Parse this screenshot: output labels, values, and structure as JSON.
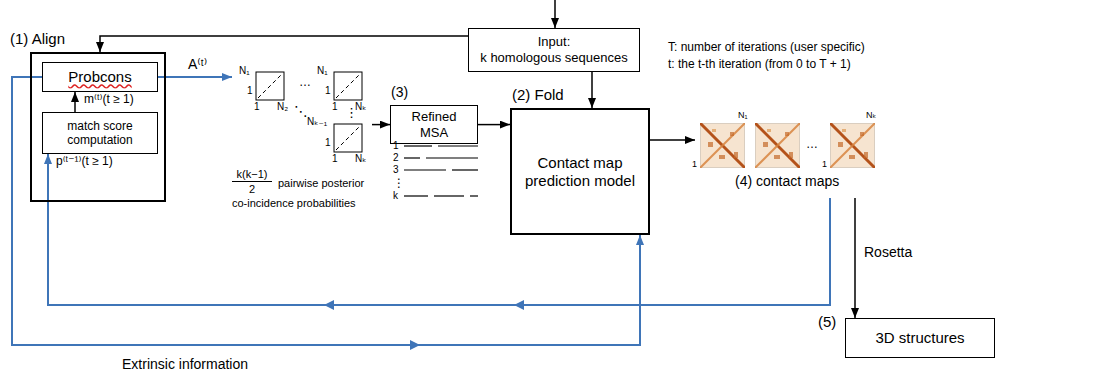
{
  "diagram": {
    "nodes": [
      {
        "text": [
          "Input:",
          "k homologous sequences"
        ]
      },
      {
        "text": [
          "(1) Align"
        ]
      },
      {
        "text": [
          "Probcons"
        ],
        "in": 1
      },
      {
        "text": [
          "match score computation"
        ],
        "in": 1
      },
      {
        "text": [
          "k(k−1)",
          "2",
          "pairwise posterior co-incidence probabilities"
        ]
      },
      {
        "text": [
          "(3)",
          "Refined MSA"
        ]
      },
      {
        "text": [
          "(2) Fold",
          "Contact map prediction model"
        ]
      },
      {
        "text": [
          "(4) contact maps"
        ]
      },
      {
        "text": [
          "(5)",
          "3D structures"
        ]
      }
    ],
    "edges": [
      {
        "from": 0,
        "to": 1,
        "arrow": "to"
      },
      {
        "from": 0,
        "to": 6,
        "arrow": "to"
      },
      {
        "from": 3,
        "to": 2,
        "arrow": "to",
        "label": "m⁽ᵗ⁾(t ≥ 1)"
      },
      {
        "from": 2,
        "to": 4,
        "arrow": "to",
        "label": "A⁽ᵗ⁾"
      },
      {
        "from": 4,
        "to": 5,
        "arrow": "to"
      },
      {
        "from": 5,
        "to": 6,
        "arrow": "to"
      },
      {
        "from": 6,
        "to": 7,
        "arrow": "to"
      },
      {
        "from": 7,
        "to": 8,
        "arrow": "to",
        "label": "Rosetta"
      },
      {
        "from": 7,
        "to": 3,
        "arrow": "to",
        "label": "p⁽ᵗ⁻¹⁾(t ≥ 1)"
      },
      {
        "from": 2,
        "to": 6,
        "arrow": "to",
        "label": "Extrinsic information"
      }
    ],
    "labels": [
      "T: number of iterations (user specific)",
      "t: the t-th iteration (from 0 to T + 1)",
      "N₁",
      "1",
      "1",
      "N₂",
      "…",
      "N₁",
      "1",
      "1",
      "Nₖ",
      "⋱",
      "⋮",
      "Nₖ₋₁",
      "1",
      "1",
      "Nₖ",
      "1",
      "2",
      "3",
      "⋮",
      "k",
      "N₁",
      "1",
      "…",
      "Nₖ",
      "1"
    ]
  }
}
